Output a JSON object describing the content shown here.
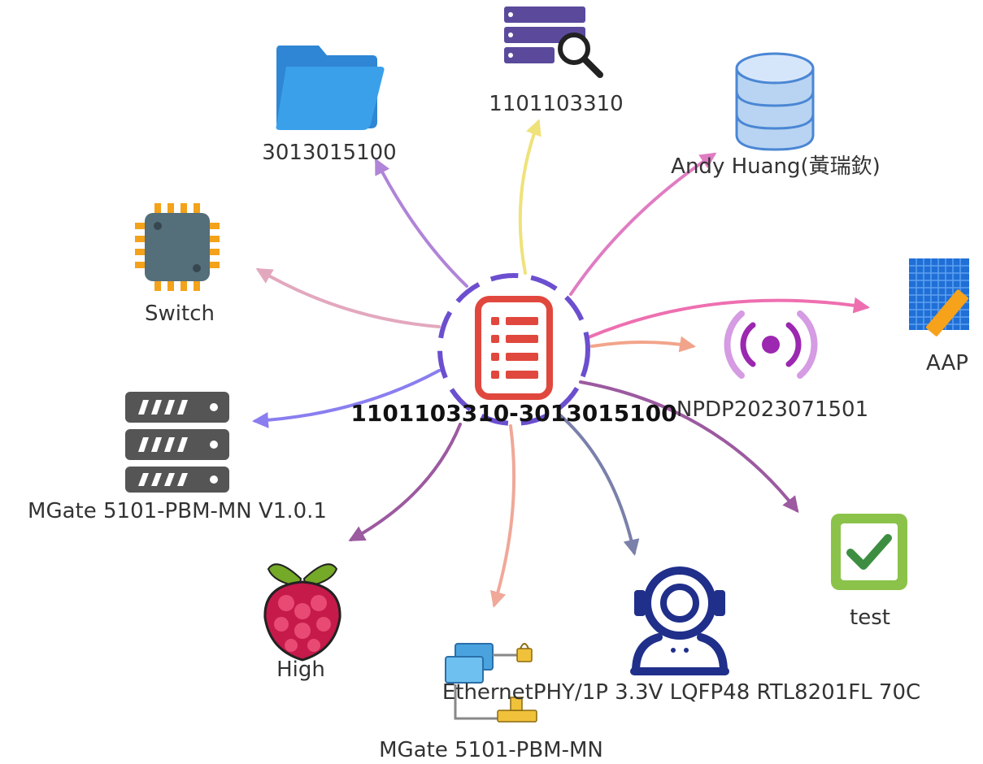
{
  "center": {
    "label": "1101103310-3013015100",
    "icon": "document-list-icon"
  },
  "nodes": {
    "folder": {
      "label": "3013015100",
      "icon": "folder-icon"
    },
    "server": {
      "label": "1101103310",
      "icon": "server-search-icon"
    },
    "database": {
      "label": "Andy Huang(黃瑞欽)",
      "icon": "database-icon"
    },
    "chip": {
      "label": "Switch",
      "icon": "chip-icon"
    },
    "aap": {
      "label": "AAP",
      "icon": "blueprint-ruler-icon"
    },
    "signal": {
      "label": "NPDP2023071501",
      "icon": "broadcast-icon"
    },
    "rack": {
      "label": "MGate 5101-PBM-MN V1.0.1",
      "icon": "server-rack-icon"
    },
    "test": {
      "label": "test",
      "icon": "checkbox-checked-icon"
    },
    "rpi": {
      "label": "High",
      "icon": "raspberry-pi-icon"
    },
    "network": {
      "label": "MGate 5101-PBM-MN",
      "icon": "network-computers-icon"
    },
    "robot": {
      "label": "EthernetPHY/1P 3.3V LQFP48 RTL8201FL 70C",
      "icon": "astronaut-icon"
    }
  },
  "edge_colors": {
    "folder": "#b084d8",
    "server": "#efe27a",
    "database": "#e07cc2",
    "chip": "#e2a8be",
    "aap": "#ee6fb0",
    "signal": "#f2a48a",
    "rack": "#8a7ef0",
    "test": "#9c5aa0",
    "rpi": "#9c5aa0",
    "network": "#f0a898",
    "robot": "#7a80aa"
  }
}
